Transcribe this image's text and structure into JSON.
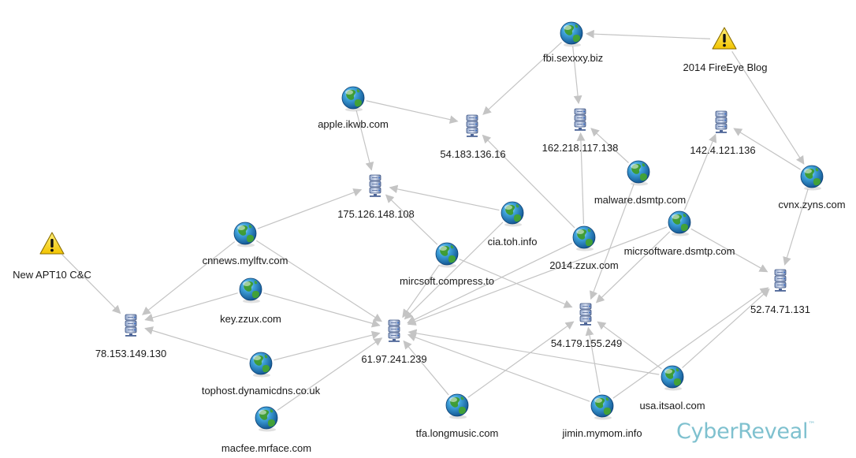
{
  "brand": {
    "name": "CyberReveal",
    "mark": "™"
  },
  "nodes": [
    {
      "id": "fbi",
      "label": "fbi.sexxxy.biz",
      "kind": "domain"
    },
    {
      "id": "fireeye",
      "label": "2014 FireEye Blog",
      "kind": "warning"
    },
    {
      "id": "apple",
      "label": "apple.ikwb.com",
      "kind": "domain"
    },
    {
      "id": "ip54183",
      "label": "54.183.136.16",
      "kind": "server"
    },
    {
      "id": "ip162",
      "label": "162.218.117.138",
      "kind": "server"
    },
    {
      "id": "ip142",
      "label": "142.4.121.136",
      "kind": "server"
    },
    {
      "id": "malware",
      "label": "malware.dsmtp.com",
      "kind": "domain"
    },
    {
      "id": "cvnx",
      "label": "cvnx.zyns.com",
      "kind": "domain"
    },
    {
      "id": "ip175",
      "label": "175.126.148.108",
      "kind": "server"
    },
    {
      "id": "cia",
      "label": "cia.toh.info",
      "kind": "domain"
    },
    {
      "id": "zzux2014",
      "label": "2014.zzux.com",
      "kind": "domain"
    },
    {
      "id": "micrsoftd",
      "label": "micrsoftware.dsmtp.com",
      "kind": "domain"
    },
    {
      "id": "cnnews",
      "label": "cnnews.mylftv.com",
      "kind": "domain"
    },
    {
      "id": "apt10",
      "label": "New APT10 C&C",
      "kind": "warning"
    },
    {
      "id": "mircsoft",
      "label": "mircsoft.compress.to",
      "kind": "domain"
    },
    {
      "id": "ip5274",
      "label": "52.74.71.131",
      "kind": "server"
    },
    {
      "id": "keyzzux",
      "label": "key.zzux.com",
      "kind": "domain"
    },
    {
      "id": "ip78",
      "label": "78.153.149.130",
      "kind": "server"
    },
    {
      "id": "ip61",
      "label": "61.97.241.239",
      "kind": "server"
    },
    {
      "id": "ip54179",
      "label": "54.179.155.249",
      "kind": "server"
    },
    {
      "id": "tophost",
      "label": "tophost.dynamicdns.co.uk",
      "kind": "domain"
    },
    {
      "id": "usa",
      "label": "usa.itsaol.com",
      "kind": "domain"
    },
    {
      "id": "tfa",
      "label": "tfa.longmusic.com",
      "kind": "domain"
    },
    {
      "id": "jimin",
      "label": "jimin.mymom.info",
      "kind": "domain"
    },
    {
      "id": "macfee",
      "label": "macfee.mrface.com",
      "kind": "domain"
    }
  ],
  "edges": [
    [
      "fireeye",
      "fbi"
    ],
    [
      "fireeye",
      "cvnx"
    ],
    [
      "fbi",
      "ip54183"
    ],
    [
      "fbi",
      "ip162"
    ],
    [
      "apple",
      "ip54183"
    ],
    [
      "apple",
      "ip175"
    ],
    [
      "cvnx",
      "ip142"
    ],
    [
      "cvnx",
      "ip5274"
    ],
    [
      "cia",
      "ip175"
    ],
    [
      "cia",
      "ip61"
    ],
    [
      "zzux2014",
      "ip162"
    ],
    [
      "zzux2014",
      "ip54183"
    ],
    [
      "zzux2014",
      "ip61"
    ],
    [
      "malware",
      "ip162"
    ],
    [
      "malware",
      "ip54179"
    ],
    [
      "micrsoftd",
      "ip142"
    ],
    [
      "micrsoftd",
      "ip5274"
    ],
    [
      "micrsoftd",
      "ip54179"
    ],
    [
      "micrsoftd",
      "ip61"
    ],
    [
      "cnnews",
      "ip175"
    ],
    [
      "cnnews",
      "ip78"
    ],
    [
      "cnnews",
      "ip61"
    ],
    [
      "apt10",
      "ip78"
    ],
    [
      "mircsoft",
      "ip175"
    ],
    [
      "mircsoft",
      "ip54179"
    ],
    [
      "mircsoft",
      "ip61"
    ],
    [
      "keyzzux",
      "ip78"
    ],
    [
      "keyzzux",
      "ip61"
    ],
    [
      "tophost",
      "ip78"
    ],
    [
      "tophost",
      "ip61"
    ],
    [
      "macfee",
      "ip61"
    ],
    [
      "tfa",
      "ip61"
    ],
    [
      "tfa",
      "ip54179"
    ],
    [
      "usa",
      "ip61"
    ],
    [
      "usa",
      "ip54179"
    ],
    [
      "usa",
      "ip5274"
    ],
    [
      "jimin",
      "ip61"
    ],
    [
      "jimin",
      "ip54179"
    ],
    [
      "jimin",
      "ip5274"
    ]
  ]
}
